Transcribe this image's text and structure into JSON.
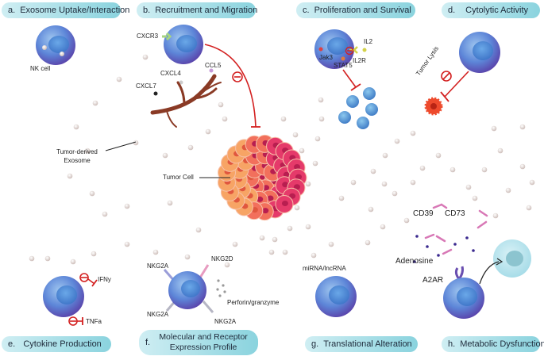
{
  "panels": {
    "a": {
      "letter": "a.",
      "title": "Exosome Uptake/Interaction"
    },
    "b": {
      "letter": "b.",
      "title": "Recruitment and Migration"
    },
    "c": {
      "letter": "c.",
      "title": "Proliferation and Survival"
    },
    "d": {
      "letter": "d.",
      "title": "Cytolytic Activity"
    },
    "e": {
      "letter": "e.",
      "title": "Cytokine Production"
    },
    "f": {
      "letter": "f.",
      "title": "Molecular and Receptor Expression Profile"
    },
    "g": {
      "letter": "g.",
      "title": "Translational  Alteration"
    },
    "h": {
      "letter": "h.",
      "title": "Metabolic Dysfunction"
    }
  },
  "labels": {
    "nk_cell": "NK cell",
    "tumor_exosome": "Tumor-derived Exosome",
    "tumor_cell": "Tumor Cell",
    "cxcr3": "CXCR3",
    "cxcl4": "CXCL4",
    "cxcl7": "CXCL7",
    "ccl5": "CCL5",
    "il2": "IL2",
    "jak3": "Jak3",
    "stat5": "STAT5",
    "il2r": "IL2R",
    "tumor_lysis": "Tumor Lysis",
    "ifny": "IFNy",
    "tnfa": "TNFa",
    "nkg2a_1": "NKG2A",
    "nkg2d": "NKG2D",
    "nkg2a_2": "NKG2A",
    "nkg2a_3": "NKG2A",
    "perforin": "Perforin/granzyme",
    "mirna": "miRNA/lncRNA",
    "cd39": "CD39",
    "cd73": "CD73",
    "adenosine": "Adenosine",
    "a2ar": "A2AR"
  },
  "colors": {
    "label_fill": "#8ad3de",
    "nk_cell": "#5d7fd6",
    "inhibit": "#d32020",
    "tumor": "#f06a5a"
  }
}
